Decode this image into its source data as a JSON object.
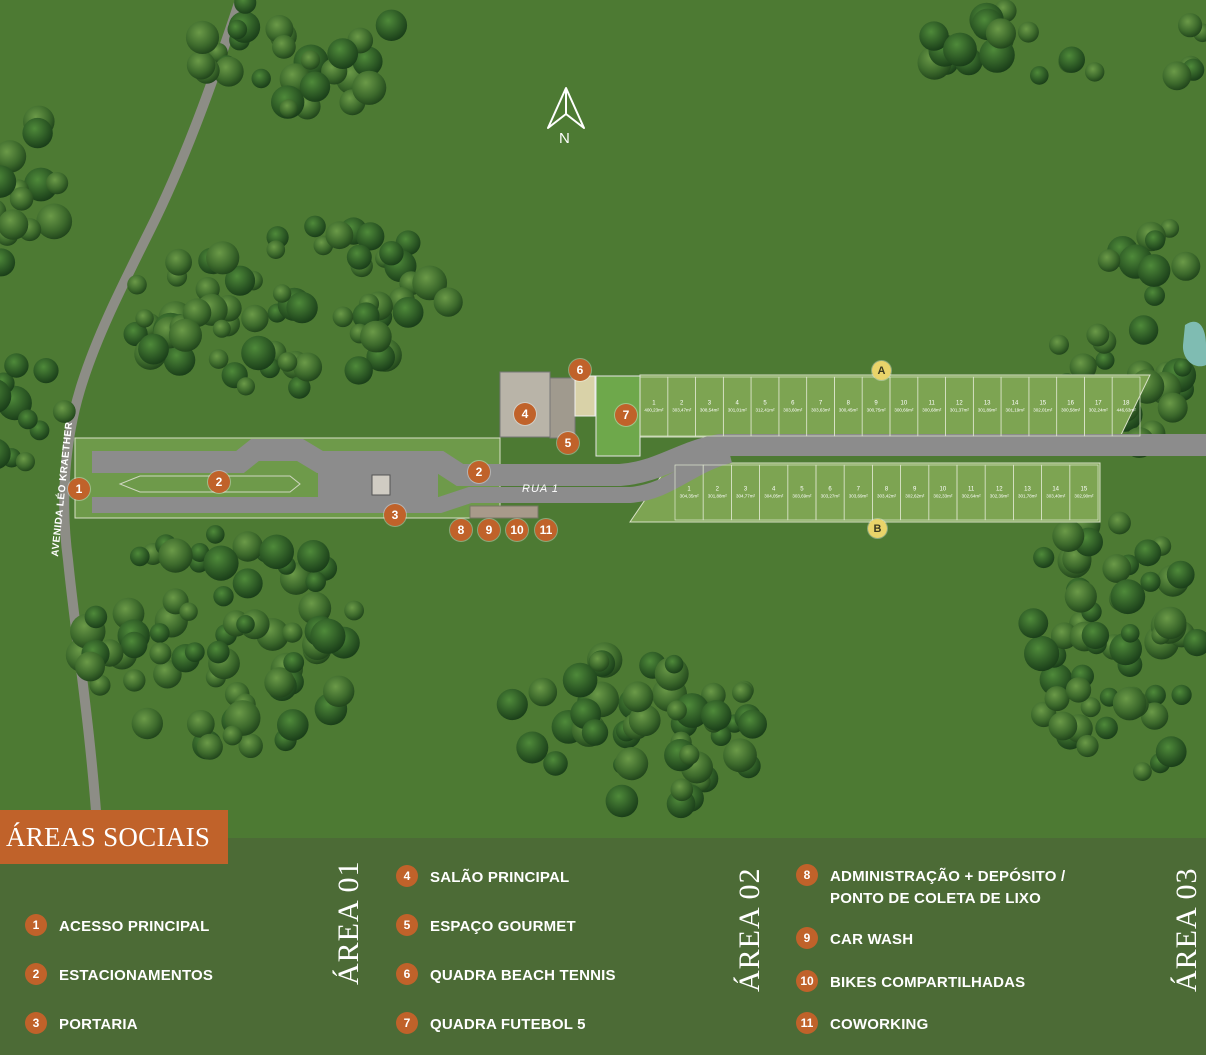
{
  "map": {
    "north_label": "N",
    "street_label": "RUA  1",
    "avenue_label": "AVENIDA LÉO KRAETHER",
    "row_markers": [
      "A",
      "B"
    ],
    "pins": [
      "1",
      "2",
      "2",
      "3",
      "4",
      "5",
      "6",
      "7",
      "8",
      "9",
      "10",
      "11"
    ],
    "lots_north": [
      {
        "n": "1",
        "area": "400,23m²"
      },
      {
        "n": "2",
        "area": "303,47m²"
      },
      {
        "n": "3",
        "area": "308,54m²"
      },
      {
        "n": "4",
        "area": "301,01m²"
      },
      {
        "n": "5",
        "area": "312,41m²"
      },
      {
        "n": "6",
        "area": "303,60m²"
      },
      {
        "n": "7",
        "area": "303,63m²"
      },
      {
        "n": "8",
        "area": "300,45m²"
      },
      {
        "n": "9",
        "area": "300,75m²"
      },
      {
        "n": "10",
        "area": "300,66m²"
      },
      {
        "n": "11",
        "area": "300,68m²"
      },
      {
        "n": "12",
        "area": "301,37m²"
      },
      {
        "n": "13",
        "area": "301,89m²"
      },
      {
        "n": "14",
        "area": "301,19m²"
      },
      {
        "n": "15",
        "area": "302,01m²"
      },
      {
        "n": "16",
        "area": "300,58m²"
      },
      {
        "n": "17",
        "area": "302,24m²"
      },
      {
        "n": "18",
        "area": "446,63m²"
      }
    ],
    "lots_south": [
      {
        "n": "1",
        "area": "304,35m²"
      },
      {
        "n": "2",
        "area": "301,88m²"
      },
      {
        "n": "3",
        "area": "304,77m²"
      },
      {
        "n": "4",
        "area": "304,05m²"
      },
      {
        "n": "5",
        "area": "303,69m²"
      },
      {
        "n": "6",
        "area": "303,27m²"
      },
      {
        "n": "7",
        "area": "303,69m²"
      },
      {
        "n": "8",
        "area": "303,42m²"
      },
      {
        "n": "9",
        "area": "302,62m²"
      },
      {
        "n": "10",
        "area": "302,33m²"
      },
      {
        "n": "11",
        "area": "302,64m²"
      },
      {
        "n": "12",
        "area": "302,39m²"
      },
      {
        "n": "13",
        "area": "301,78m²"
      },
      {
        "n": "14",
        "area": "303,40m²"
      },
      {
        "n": "15",
        "area": "302,90m²"
      }
    ]
  },
  "legend": {
    "title": "ÁREAS SOCIAIS",
    "area_titles": [
      "ÁREA 01",
      "ÁREA 02",
      "ÁREA 03"
    ],
    "items": [
      {
        "n": "1",
        "label": "ACESSO PRINCIPAL"
      },
      {
        "n": "2",
        "label": "ESTACIONAMENTOS"
      },
      {
        "n": "3",
        "label": "PORTARIA"
      },
      {
        "n": "4",
        "label": "SALÃO PRINCIPAL"
      },
      {
        "n": "5",
        "label": "ESPAÇO GOURMET"
      },
      {
        "n": "6",
        "label": "QUADRA BEACH TENNIS"
      },
      {
        "n": "7",
        "label": "QUADRA FUTEBOL 5"
      },
      {
        "n": "8",
        "label": "ADMINISTRAÇÃO + DEPÓSITO / PONTO DE COLETA DE LIXO"
      },
      {
        "n": "9",
        "label": "CAR WASH"
      },
      {
        "n": "10",
        "label": "BIKES COMPARTILHADAS"
      },
      {
        "n": "11",
        "label": "COWORKING"
      }
    ]
  },
  "colors": {
    "grass": "#4d7a33",
    "road": "#8c8c8c",
    "pin": "#c0622a",
    "marker": "#e9d46a",
    "legend_bg": "#4c6b36"
  }
}
